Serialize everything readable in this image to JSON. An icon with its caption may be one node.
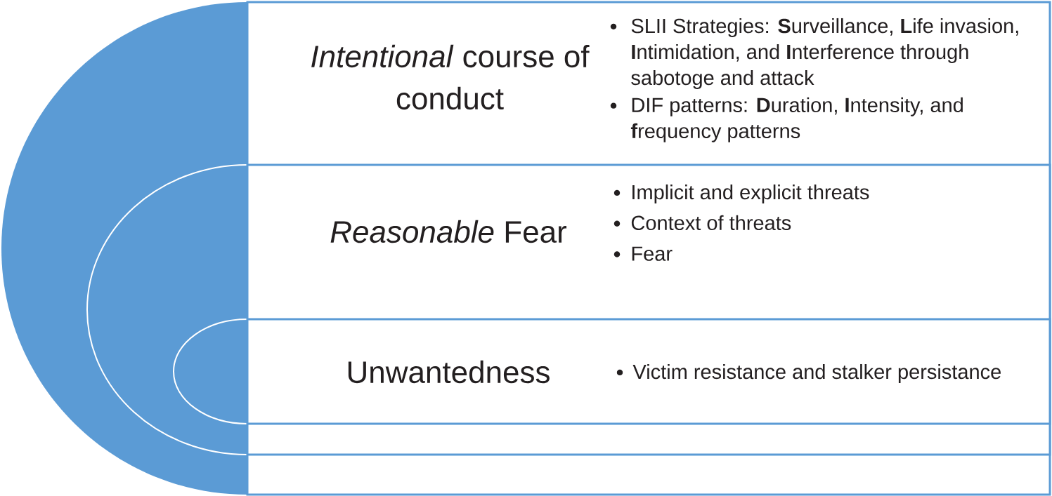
{
  "diagram": {
    "nodes": [
      {
        "text": [
          "*Intentional* course of conduct",
          "SLII Strategies: **S**urveillance, **L**ife invasion, **I**ntimidation, and **I**nterference through sabotoge and attack",
          "DIF patterns: **D**uration, **I**ntensity, and **f**requency patterns"
        ]
      },
      {
        "text": [
          "*Reasonable* Fear",
          "Implicit and explicit threats",
          "Context of threats",
          "Fear"
        ],
        "in": 0
      },
      {
        "text": [
          "Unwantedness",
          "Victim resistance and stalker persistance"
        ],
        "in": 1
      }
    ],
    "edges": []
  }
}
